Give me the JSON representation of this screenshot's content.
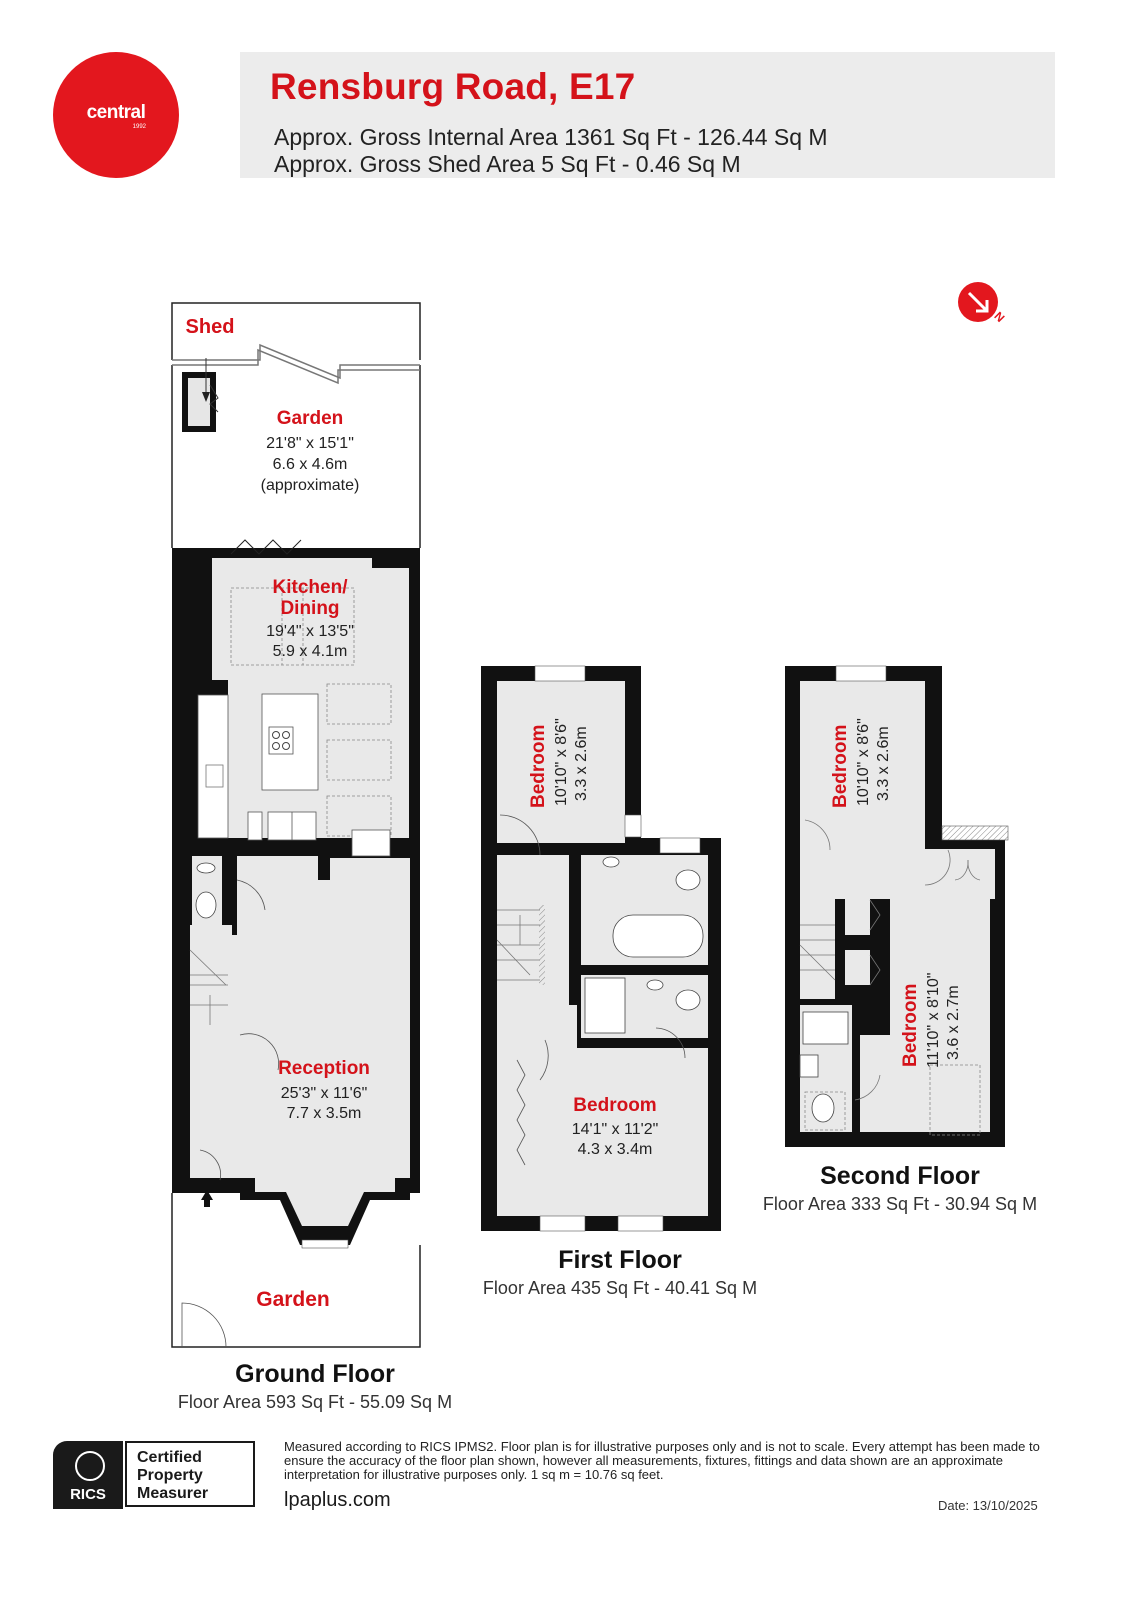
{
  "brand": {
    "logo_name": "central",
    "logo_year": "1992",
    "brand_color": "#e3171e"
  },
  "header": {
    "title": "Rensburg Road, E17",
    "gross_internal_area": "Approx. Gross Internal Area 1361 Sq Ft - 126.44 Sq M",
    "gross_shed_area": "Approx. Gross Shed Area 5 Sq Ft - 0.46 Sq M",
    "background_color": "#ececec",
    "title_color": "#d4121a"
  },
  "compass": {
    "icon": "north-arrow-icon",
    "label": "N"
  },
  "floors": {
    "ground": {
      "title": "Ground Floor",
      "area": "Floor Area 593 Sq Ft - 55.09 Sq M",
      "rooms": [
        {
          "name": "Shed",
          "dims_imperial": "",
          "dims_metric": "",
          "note": ""
        },
        {
          "name": "Garden",
          "dims_imperial": "21'8\" x 15'1\"",
          "dims_metric": "6.6 x 4.6m",
          "note": "(approximate)"
        },
        {
          "name": "Kitchen/\nDining",
          "line1": "Kitchen/",
          "line2": "Dining",
          "dims_imperial": "19'4\" x 13'5\"",
          "dims_metric": "5.9 x 4.1m"
        },
        {
          "name": "Reception",
          "dims_imperial": "25'3\" x 11'6\"",
          "dims_metric": "7.7 x 3.5m"
        },
        {
          "name": "Garden",
          "dims_imperial": "",
          "dims_metric": ""
        }
      ]
    },
    "first": {
      "title": "First Floor",
      "area": "Floor Area 435 Sq Ft - 40.41 Sq M",
      "rooms": [
        {
          "name": "Bedroom",
          "dims_imperial": "10'10\" x 8'6\"",
          "dims_metric": "3.3 x 2.6m"
        },
        {
          "name": "Bedroom",
          "dims_imperial": "14'1\" x 11'2\"",
          "dims_metric": "4.3 x 3.4m"
        }
      ]
    },
    "second": {
      "title": "Second Floor",
      "area": "Floor Area 333 Sq Ft - 30.94 Sq M",
      "rooms": [
        {
          "name": "Bedroom",
          "dims_imperial": "10'10\" x 8'6\"",
          "dims_metric": "3.3 x 2.6m"
        },
        {
          "name": "Bedroom",
          "dims_imperial": "11'10\" x 8'10\"",
          "dims_metric": "3.6 x 2.7m"
        }
      ]
    }
  },
  "footer": {
    "rics_label": "RICS",
    "certified_lines": [
      "Certified",
      "Property",
      "Measurer"
    ],
    "disclaimer": "Measured according to RICS IPMS2. Floor plan is for illustrative purposes only and is not to scale. Every attempt has been made to ensure the accuracy of the floor plan shown, however all measurements, fixtures, fittings and data shown are an approximate interpretation for illustrative purposes only. 1 sq m = 10.76 sq feet.",
    "website": "lpaplus.com",
    "date": "Date: 13/10/2025"
  }
}
